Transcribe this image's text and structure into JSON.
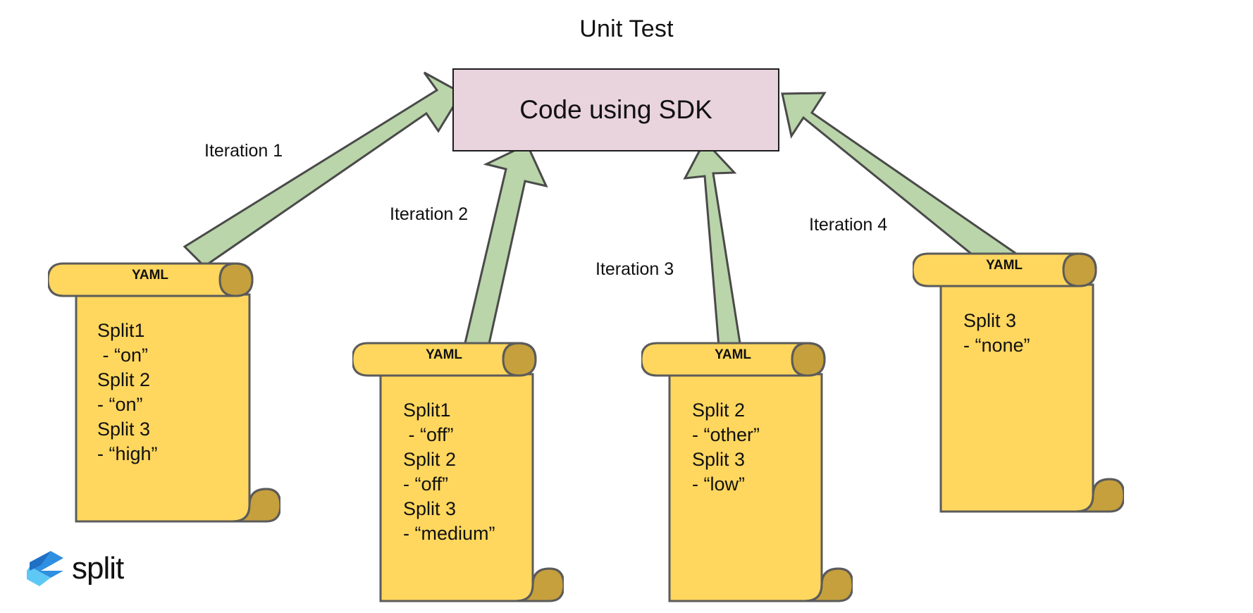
{
  "diagram": {
    "title": "Unit Test",
    "center_node": {
      "label": "Code using SDK",
      "fill": "#e9d3dd",
      "stroke": "#1d1d1d"
    },
    "arrow": {
      "fill": "#b9d5a9",
      "stroke": "#4a4a4a"
    },
    "document": {
      "fill": "#ffd75e",
      "stroke": "#5b5b5b",
      "curl_fill": "#c6a03c"
    }
  },
  "edges": [
    {
      "label": "Iteration 1"
    },
    {
      "label": "Iteration 2"
    },
    {
      "label": "Iteration 3"
    },
    {
      "label": "Iteration 4"
    }
  ],
  "documents": [
    {
      "title": "YAML",
      "body": "Split1\n - “on”\nSplit 2\n- “on”\nSplit 3\n- “high”"
    },
    {
      "title": "YAML",
      "body": "Split1\n - “off”\nSplit 2\n- “off”\nSplit 3\n- “medium”"
    },
    {
      "title": "YAML",
      "body": "Split 2\n- “other”\nSplit 3\n- “low”"
    },
    {
      "title": "YAML",
      "body": "Split 3\n- “none”"
    }
  ],
  "brand": {
    "name": "split",
    "mark": "split-chevron-logo-icon",
    "color_dark": "#2f8fe0",
    "color_light": "#5ec8f5"
  }
}
